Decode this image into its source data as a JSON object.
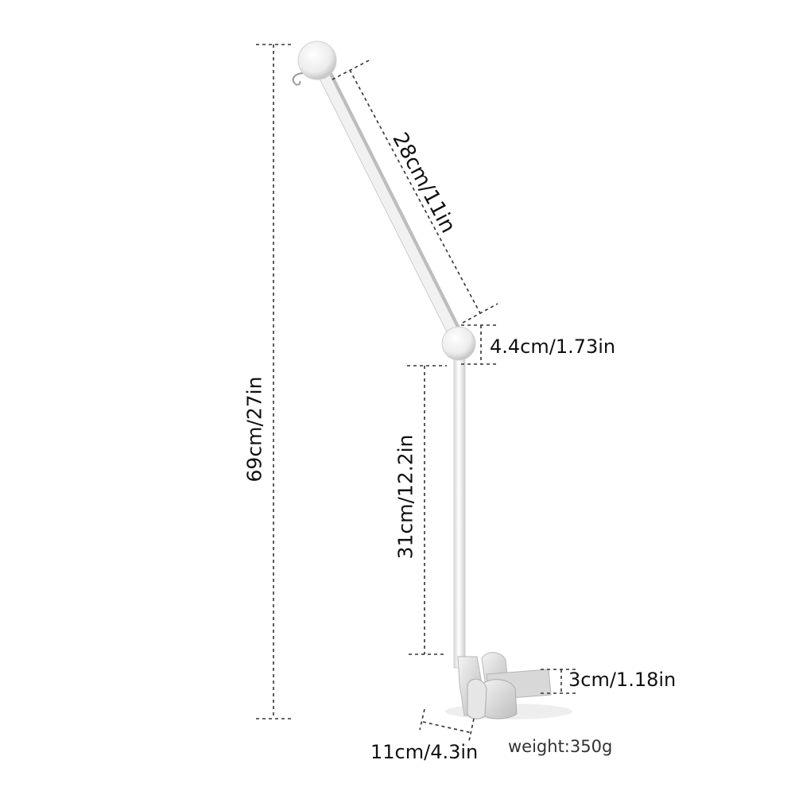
{
  "dimensions": {
    "total_height": "69cm/27in",
    "arm_length": "28cm/11in",
    "joint_ball": "4.4cm/1.73in",
    "lower_rod": "31cm/12.2in",
    "clamp_height": "3cm/1.18in",
    "base_width": "11cm/4.3in"
  },
  "weight": "weight:350g",
  "colors": {
    "product_white": "#f2f2f2",
    "product_shade": "#c9c9c9",
    "dash_line": "#333333",
    "text": "#111111"
  }
}
